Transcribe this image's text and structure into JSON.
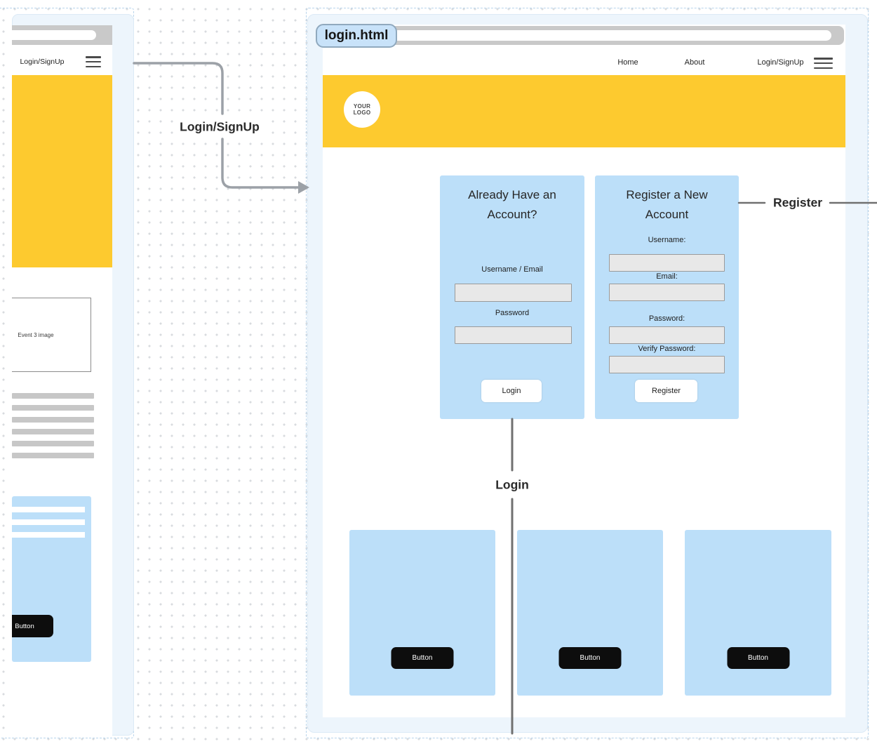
{
  "connectors": {
    "login_signup_label": "Login/SignUp",
    "register_label": "Register",
    "login_label": "Login"
  },
  "left_frame": {
    "nav_link": "Login/SignUp",
    "event_image_label": "Event 3 image",
    "card_button_label": "Button"
  },
  "main_frame": {
    "tab_label": "login.html",
    "nav_items": [
      "Home",
      "About",
      "Login/SignUp"
    ],
    "logo_line1": "YOUR",
    "logo_line2": "LOGO",
    "login_card": {
      "title": "Already Have an Account?",
      "username_label": "Username / Email",
      "username_value": "",
      "password_label": "Password",
      "password_value": "",
      "button_label": "Login"
    },
    "register_card": {
      "title": "Register a New Account",
      "username_label": "Username:",
      "username_value": "",
      "email_label": "Email:",
      "email_value": "",
      "password_label": "Password:",
      "password_value": "",
      "verify_label": "Verify Password:",
      "verify_value": "",
      "button_label": "Register"
    },
    "bottom_cards": [
      {
        "button_label": "Button"
      },
      {
        "button_label": "Button"
      },
      {
        "button_label": "Button"
      }
    ]
  },
  "colors": {
    "accent_yellow": "#fdca2f",
    "card_blue": "#bcdff9",
    "board_blue": "#edf5fc",
    "tab_blue": "#c8e2f9",
    "chrome_gray": "#c9c9c9",
    "input_gray": "#e8e8e8",
    "button_black": "#0d0d0d",
    "connector_gray": "#707070"
  }
}
